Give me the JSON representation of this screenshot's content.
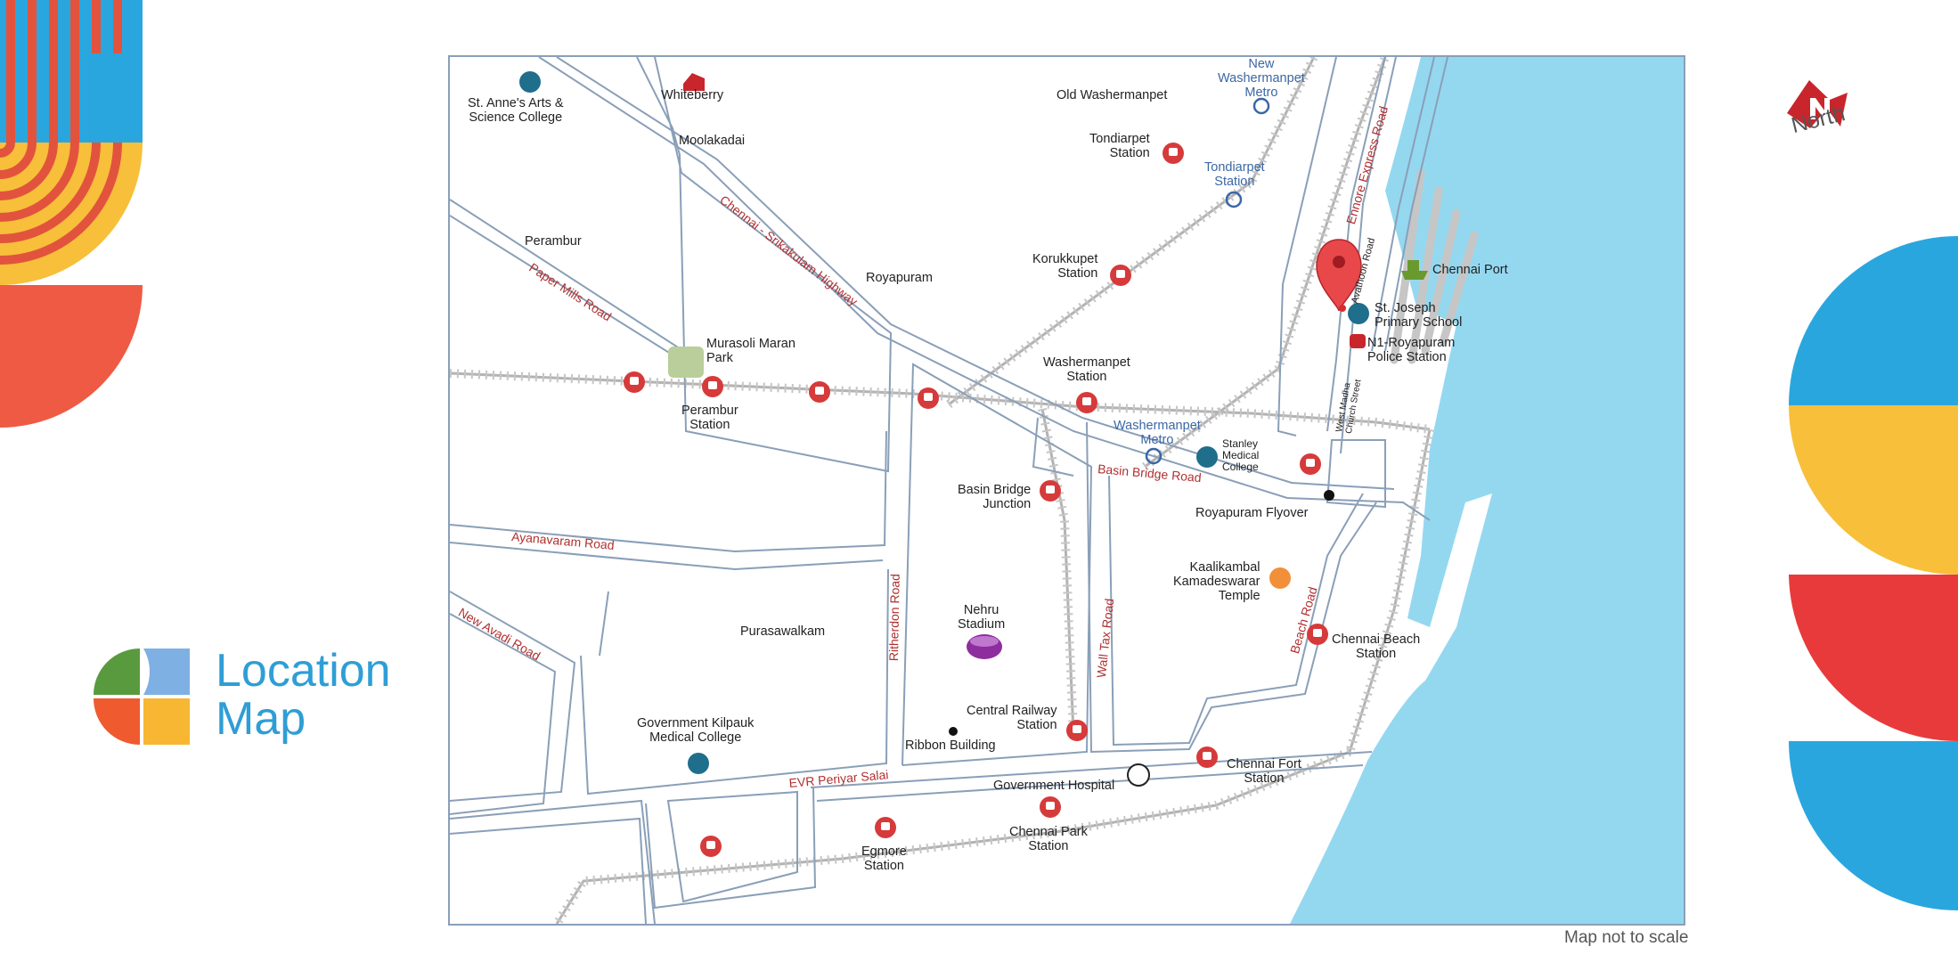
{
  "header": {
    "title_line1": "Location",
    "title_line2": "Map"
  },
  "compass": {
    "label": "North",
    "icon": "north-arrow-icon"
  },
  "footer": {
    "note": "Map not to scale"
  },
  "colors": {
    "brand_blue": "#2e9ed5",
    "sea": "#94d8f0",
    "road_stroke": "#8a9fb8",
    "road_label": "#b03030",
    "station_red": "#d63a3a",
    "metro_text": "#3b67a5",
    "park": "#b9ce9a"
  },
  "map": {
    "places": [
      {
        "id": "st-annes",
        "text": "St. Anne's Arts & Science College",
        "l1": "St. Anne's Arts &",
        "l2": "Science College"
      },
      {
        "id": "whiteberry",
        "text": "Whiteberry"
      },
      {
        "id": "moolakadai",
        "text": "Moolakadai"
      },
      {
        "id": "perambur",
        "text": "Perambur"
      },
      {
        "id": "murasoli",
        "l1": "Murasoli Maran",
        "l2": "Park"
      },
      {
        "id": "perambur-station",
        "l1": "Perambur",
        "l2": "Station"
      },
      {
        "id": "royapuram",
        "text": "Royapuram"
      },
      {
        "id": "old-washermanpet",
        "text": "Old Washermanpet"
      },
      {
        "id": "tondiarpet-station",
        "l1": "Tondiarpet",
        "l2": "Station"
      },
      {
        "id": "korukkupet",
        "l1": "Korukkupet",
        "l2": "Station"
      },
      {
        "id": "washermanpet-station",
        "l1": "Washermanpet",
        "l2": "Station"
      },
      {
        "id": "basin-bridge-junction",
        "l1": "Basin Bridge",
        "l2": "Junction"
      },
      {
        "id": "stanley",
        "l1": "Stanley",
        "l2": "Medical",
        "l3": "College"
      },
      {
        "id": "royapuram-flyover",
        "text": "Royapuram Flyover"
      },
      {
        "id": "kaalikambal",
        "l1": "Kaalikambal",
        "l2": "Kamadeswarar",
        "l3": "Temple"
      },
      {
        "id": "nehru",
        "l1": "Nehru",
        "l2": "Stadium"
      },
      {
        "id": "purasawalkam",
        "text": "Purasawalkam"
      },
      {
        "id": "kilpauk",
        "l1": "Government Kilpauk",
        "l2": "Medical College"
      },
      {
        "id": "central",
        "l1": "Central Railway",
        "l2": "Station"
      },
      {
        "id": "ribbon",
        "text": "Ribbon Building"
      },
      {
        "id": "govt-hospital",
        "text": "Government Hospital"
      },
      {
        "id": "chennai-fort",
        "l1": "Chennai Fort",
        "l2": "Station"
      },
      {
        "id": "chennai-park",
        "l1": "Chennai Park",
        "l2": "Station"
      },
      {
        "id": "egmore",
        "l1": "Egmore",
        "l2": "Station"
      },
      {
        "id": "chennai-beach",
        "l1": "Chennai Beach",
        "l2": "Station"
      },
      {
        "id": "chennai-port",
        "text": "Chennai Port"
      },
      {
        "id": "st-joseph",
        "l1": "St. Joseph",
        "l2": "Primary School"
      },
      {
        "id": "police",
        "l1": "N1-Royapuram",
        "l2": "Police Station"
      }
    ],
    "metro": {
      "new_washermanpet": {
        "l1": "New",
        "l2": "Washermanpet",
        "l3": "Metro"
      },
      "tondiarpet": {
        "l1": "Tondiarpet",
        "l2": "Station"
      },
      "washermanpet": {
        "l1": "Washermanpet",
        "l2": "Metro"
      }
    },
    "roads": {
      "chennai_srikakulam": "Chennai - Srikakulam Highway",
      "paper_mills": "Paper Mills Road",
      "ayanavaram": "Ayanavaram Road",
      "new_avadi": "New Avadi Road",
      "ritherdon": "Ritherdon Road",
      "wall_tax": "Wall Tax Road",
      "basin_bridge": "Basin Bridge Road",
      "beach": "Beach Road",
      "evr": "EVR Periyar Salai",
      "ennore": "Ennore Express Road",
      "avathoon": "Avathoon Road",
      "west_madha": "West Madha Church Street"
    }
  }
}
